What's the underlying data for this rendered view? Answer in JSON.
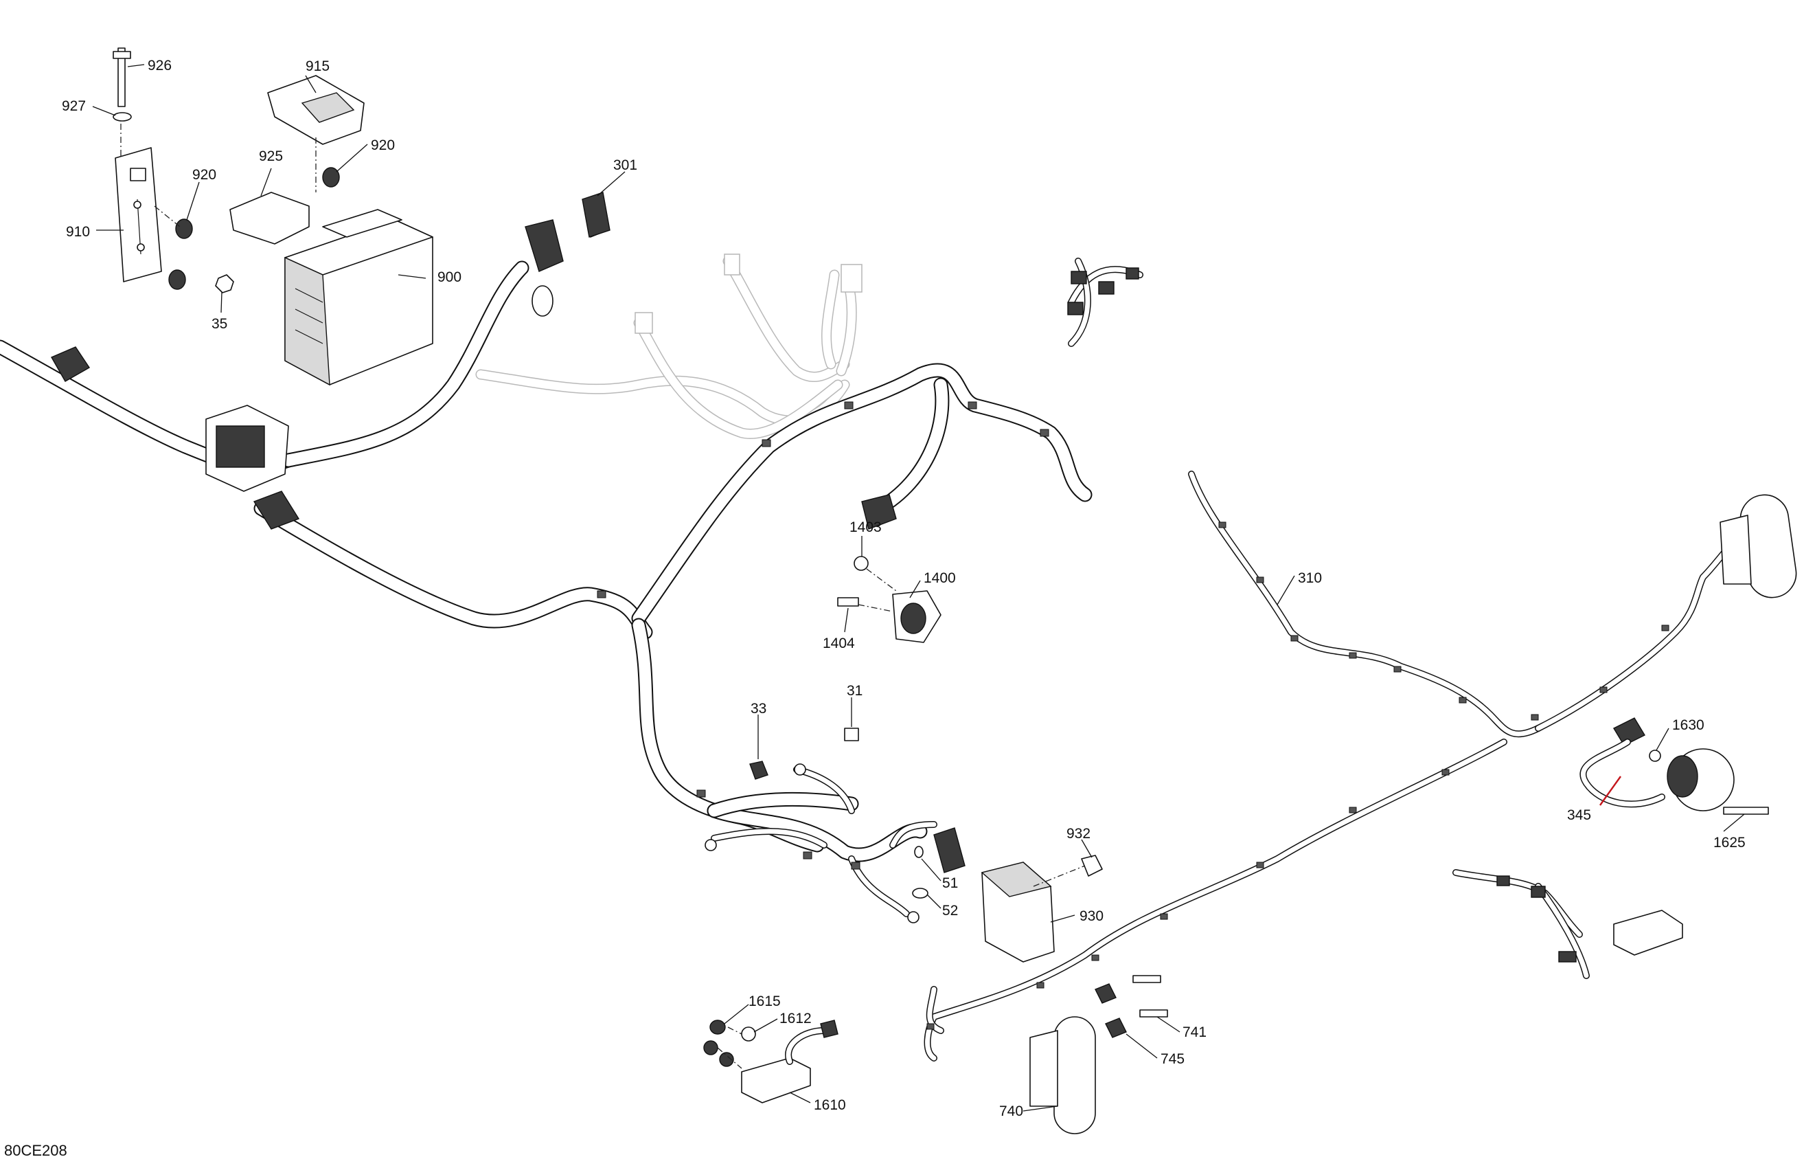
{
  "diagram_code": "80CE208",
  "callouts": [
    {
      "id": "c926",
      "text": "926"
    },
    {
      "id": "c927",
      "text": "927"
    },
    {
      "id": "c915",
      "text": "915"
    },
    {
      "id": "c920a",
      "text": "920"
    },
    {
      "id": "c925",
      "text": "925"
    },
    {
      "id": "c920b",
      "text": "920"
    },
    {
      "id": "c910",
      "text": "910"
    },
    {
      "id": "c900",
      "text": "900"
    },
    {
      "id": "c35",
      "text": "35"
    },
    {
      "id": "c301",
      "text": "301"
    },
    {
      "id": "c1403",
      "text": "1403"
    },
    {
      "id": "c1400",
      "text": "1400"
    },
    {
      "id": "c1404",
      "text": "1404"
    },
    {
      "id": "c310",
      "text": "310"
    },
    {
      "id": "c33",
      "text": "33"
    },
    {
      "id": "c31",
      "text": "31"
    },
    {
      "id": "c1630",
      "text": "1630"
    },
    {
      "id": "c345",
      "text": "345"
    },
    {
      "id": "c1625",
      "text": "1625"
    },
    {
      "id": "c932",
      "text": "932"
    },
    {
      "id": "c51",
      "text": "51"
    },
    {
      "id": "c52",
      "text": "52"
    },
    {
      "id": "c930",
      "text": "930"
    },
    {
      "id": "c1615",
      "text": "1615"
    },
    {
      "id": "c1612",
      "text": "1612"
    },
    {
      "id": "c1610",
      "text": "1610"
    },
    {
      "id": "c741",
      "text": "741"
    },
    {
      "id": "c745",
      "text": "745"
    },
    {
      "id": "c740",
      "text": "740"
    }
  ]
}
